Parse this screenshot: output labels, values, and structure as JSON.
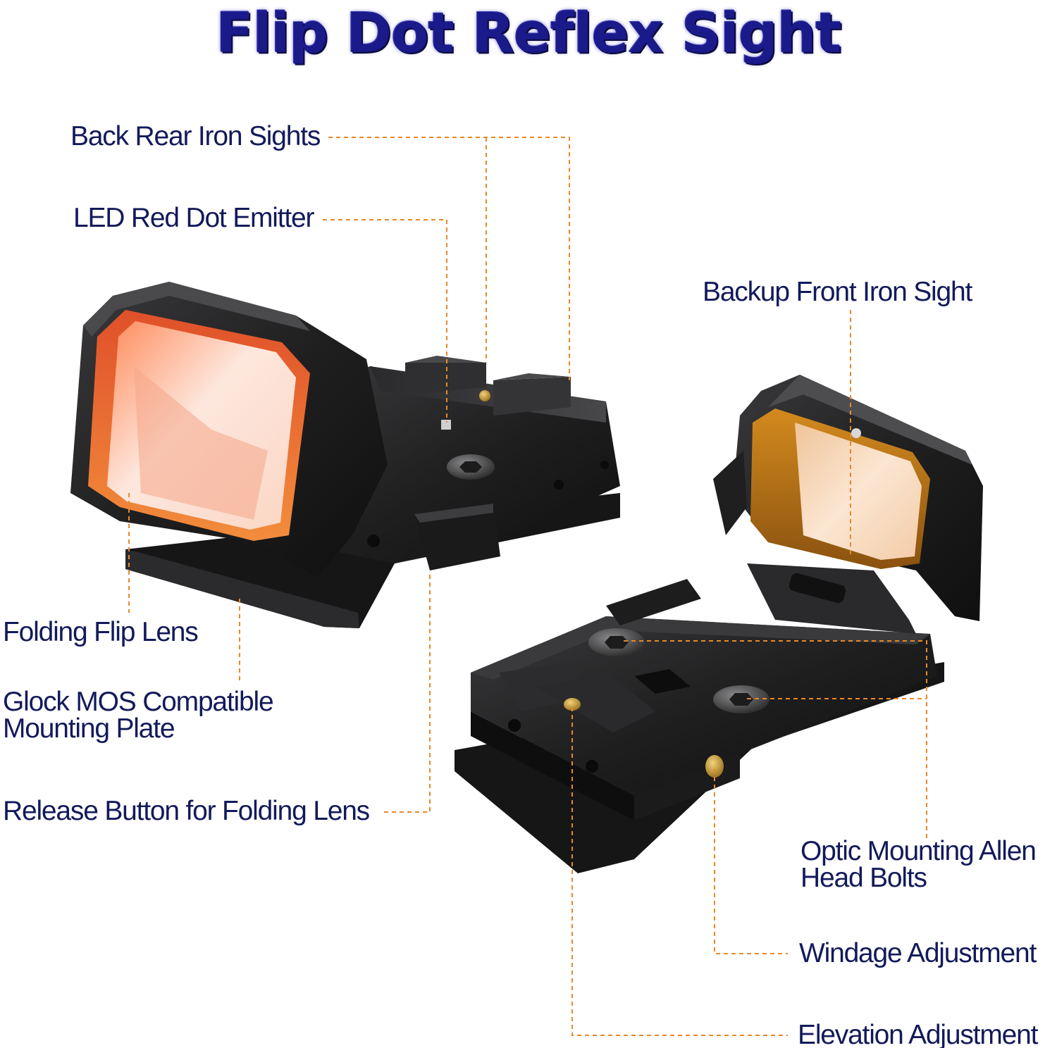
{
  "title": "Flip Dot Reflex Sight",
  "labels": {
    "back_rear_iron_sights": "Back Rear Iron Sights",
    "led_red_dot_emitter": "LED Red Dot Emitter",
    "backup_front_iron_sight": "Backup Front Iron Sight",
    "folding_flip_lens": "Folding Flip Lens",
    "glock_mos_mounting_plate": "Glock MOS Compatible\nMounting Plate",
    "release_button": "Release Button for Folding Lens",
    "optic_mounting_bolts": "Optic Mounting Allen\nHead Bolts",
    "windage_adjustment": "Windage Adjustment",
    "elevation_adjustment": "Elevation Adjustment"
  },
  "colors": {
    "title": "#1a1a8a",
    "label_text": "#131a5a",
    "leader_line": "#e8892a",
    "sight_body": "#1e1e1f",
    "lens_tint": "#e86a3a"
  }
}
